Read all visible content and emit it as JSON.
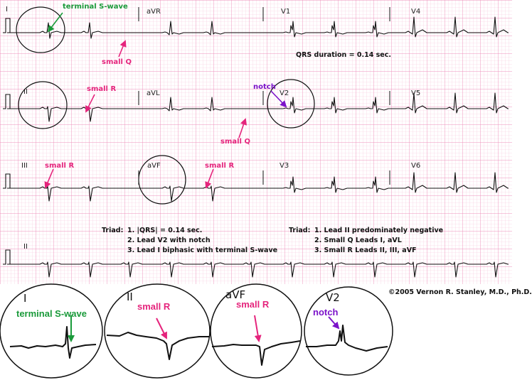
{
  "leads": {
    "row1": [
      "I",
      "aVR",
      "V1",
      "V4"
    ],
    "row2": [
      "II",
      "aVL",
      "V2",
      "V5"
    ],
    "row3": [
      "III",
      "aVF",
      "V3",
      "V6"
    ],
    "rhythm": "II"
  },
  "annotations": {
    "terminal_s_wave": "terminal S-wave",
    "small_q_1": "small Q",
    "small_r_1": "small R",
    "notch": "notch",
    "small_q_2": "small Q",
    "small_r_2": "small R",
    "small_r_3": "small R",
    "qrs_duration": "QRS duration = 0.14 sec."
  },
  "triad_left": {
    "title": "Triad:",
    "items": [
      "1. |QRS| = 0.14 sec.",
      "2. Lead V2 with notch",
      "3. Lead I biphasic with terminal S-wave"
    ]
  },
  "triad_right": {
    "title": "Triad:",
    "items": [
      "1. Lead II predominately negative",
      "2. Small Q Leads I, aVL",
      "3. Small R Leads II, III, aVF"
    ]
  },
  "copyright": "©2005 Vernon R. Stanley, M.D., Ph.D.",
  "zoom": {
    "c1": {
      "lead": "I",
      "annotation": "terminal S-wave"
    },
    "c2": {
      "lead": "II",
      "annotation": "small R"
    },
    "c3": {
      "lead": "aVF",
      "annotation": "small R"
    },
    "c4": {
      "lead": "V2",
      "annotation": "notch"
    }
  },
  "colors": {
    "grid_minor": "#f7c6dc",
    "grid_major": "#ee8fbb",
    "pink": "#e5247c",
    "green": "#1a9a3a",
    "purple": "#7b12c9",
    "trace": "#111111"
  }
}
